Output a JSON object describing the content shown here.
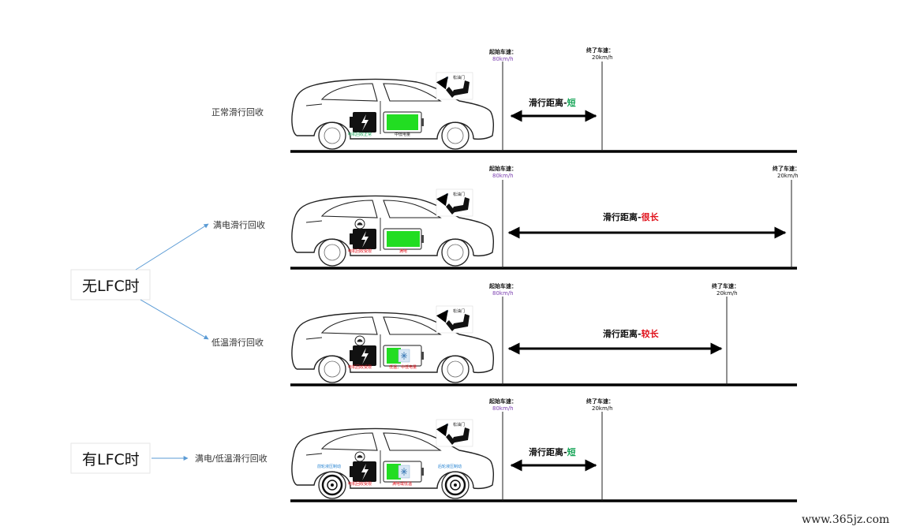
{
  "groups": {
    "without": "无LFC时",
    "with": "有LFC时"
  },
  "rows": [
    {
      "label": "正常滑行回收",
      "start_title": "起始车速：",
      "start_speed": "80km/h",
      "end_title": "终了车速：",
      "end_speed": "20km/h",
      "pedal": "松油门",
      "motor_caption": "电机回收正常",
      "battery_caption": "中低电量",
      "distance_prefix": "滑行距离-",
      "distance_word": "短",
      "distance_color": "#18a558"
    },
    {
      "label": "满电滑行回收",
      "start_title": "起始车速：",
      "start_speed": "80km/h",
      "end_title": "终了车速：",
      "end_speed": "20km/h",
      "pedal": "松油门",
      "motor_caption": "电机回收受限",
      "battery_caption": "满电",
      "distance_prefix": "滑行距离-",
      "distance_word": "很长",
      "distance_color": "#e0101a"
    },
    {
      "label": "低温滑行回收",
      "start_title": "起始车速：",
      "start_speed": "80km/h",
      "end_title": "终了车速：",
      "end_speed": "20km/h",
      "pedal": "松油门",
      "motor_caption": "电机回收受限",
      "battery_caption": "低温，中低电量",
      "distance_prefix": "滑行距离-",
      "distance_word": "较长",
      "distance_color": "#e0101a"
    },
    {
      "label": "满电/低温滑行回收",
      "start_title": "起始车速：",
      "start_speed": "80km/h",
      "end_title": "终了车速：",
      "end_speed": "20km/h",
      "pedal": "松油门",
      "motor_caption": "电机回收受限",
      "battery_caption": "满电或低温",
      "front_brake_caption": "前轮液压制动",
      "rear_brake_caption": "后轮液压制动",
      "distance_prefix": "滑行距离-",
      "distance_word": "短",
      "distance_color": "#18a558"
    }
  ],
  "watermark": "www.365jz.com",
  "colors": {
    "connector": "#5b9bd5",
    "battery_green": "#22dd22",
    "caption_red": "#e0101a",
    "caption_green": "#18a558",
    "caption_blue": "#1e7fd0"
  }
}
